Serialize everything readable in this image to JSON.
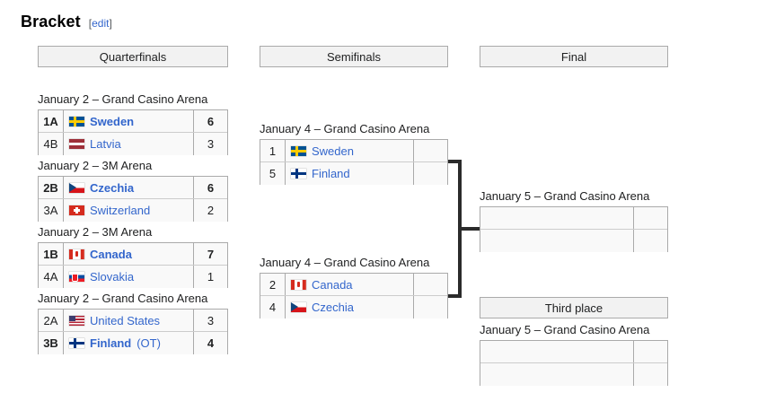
{
  "heading": {
    "title": "Bracket",
    "edit_open": "[",
    "edit_label": "edit",
    "edit_close": "]"
  },
  "rounds": {
    "quarterfinals": "Quarterfinals",
    "semifinals": "Semifinals",
    "final": "Final",
    "third_place": "Third place"
  },
  "venues": {
    "qf1": "January 2 – Grand Casino Arena",
    "qf2": "January 2 – 3M Arena",
    "qf3": "January 2 – 3M Arena",
    "qf4": "January 2 – Grand Casino Arena",
    "sf1": "January 4 – Grand Casino Arena",
    "sf2": "January 4 – Grand Casino Arena",
    "final": "January 5 – Grand Casino Arena",
    "third": "January 5 – Grand Casino Arena"
  },
  "matches": {
    "qf1": {
      "top": {
        "seed": "1A",
        "flag": "se",
        "team": "Sweden",
        "suffix": "",
        "score": "6",
        "winner": true
      },
      "bottom": {
        "seed": "4B",
        "flag": "lv",
        "team": "Latvia",
        "suffix": "",
        "score": "3",
        "winner": false
      }
    },
    "qf2": {
      "top": {
        "seed": "2B",
        "flag": "cz",
        "team": "Czechia",
        "suffix": "",
        "score": "6",
        "winner": true
      },
      "bottom": {
        "seed": "3A",
        "flag": "ch",
        "team": "Switzerland",
        "suffix": "",
        "score": "2",
        "winner": false
      }
    },
    "qf3": {
      "top": {
        "seed": "1B",
        "flag": "ca",
        "team": "Canada",
        "suffix": "",
        "score": "7",
        "winner": true
      },
      "bottom": {
        "seed": "4A",
        "flag": "sk",
        "team": "Slovakia",
        "suffix": "",
        "score": "1",
        "winner": false
      }
    },
    "qf4": {
      "top": {
        "seed": "2A",
        "flag": "us",
        "team": "United States",
        "suffix": "",
        "score": "3",
        "winner": false
      },
      "bottom": {
        "seed": "3B",
        "flag": "fi",
        "team": "Finland",
        "suffix": "(OT)",
        "score": "4",
        "winner": true
      }
    },
    "sf1": {
      "top": {
        "seed": "1",
        "flag": "se",
        "team": "Sweden",
        "suffix": "",
        "score": "",
        "winner": false
      },
      "bottom": {
        "seed": "5",
        "flag": "fi",
        "team": "Finland",
        "suffix": "",
        "score": "",
        "winner": false
      }
    },
    "sf2": {
      "top": {
        "seed": "2",
        "flag": "ca",
        "team": "Canada",
        "suffix": "",
        "score": "",
        "winner": false
      },
      "bottom": {
        "seed": "4",
        "flag": "cz",
        "team": "Czechia",
        "suffix": "",
        "score": "",
        "winner": false
      }
    },
    "final": {
      "top": {
        "seed": "",
        "flag": "",
        "team": "",
        "suffix": "",
        "score": "",
        "winner": false
      },
      "bottom": {
        "seed": "",
        "flag": "",
        "team": "",
        "suffix": "",
        "score": "",
        "winner": false
      }
    },
    "third": {
      "top": {
        "seed": "",
        "flag": "",
        "team": "",
        "suffix": "",
        "score": "",
        "winner": false
      },
      "bottom": {
        "seed": "",
        "flag": "",
        "team": "",
        "suffix": "",
        "score": "",
        "winner": false
      }
    }
  },
  "colors": {
    "link": "#3366cc",
    "header_bg": "#f2f2f2",
    "cell_bg": "#f9f9f9",
    "border": "#aaaaaa",
    "connector": "#2b2b2b"
  }
}
